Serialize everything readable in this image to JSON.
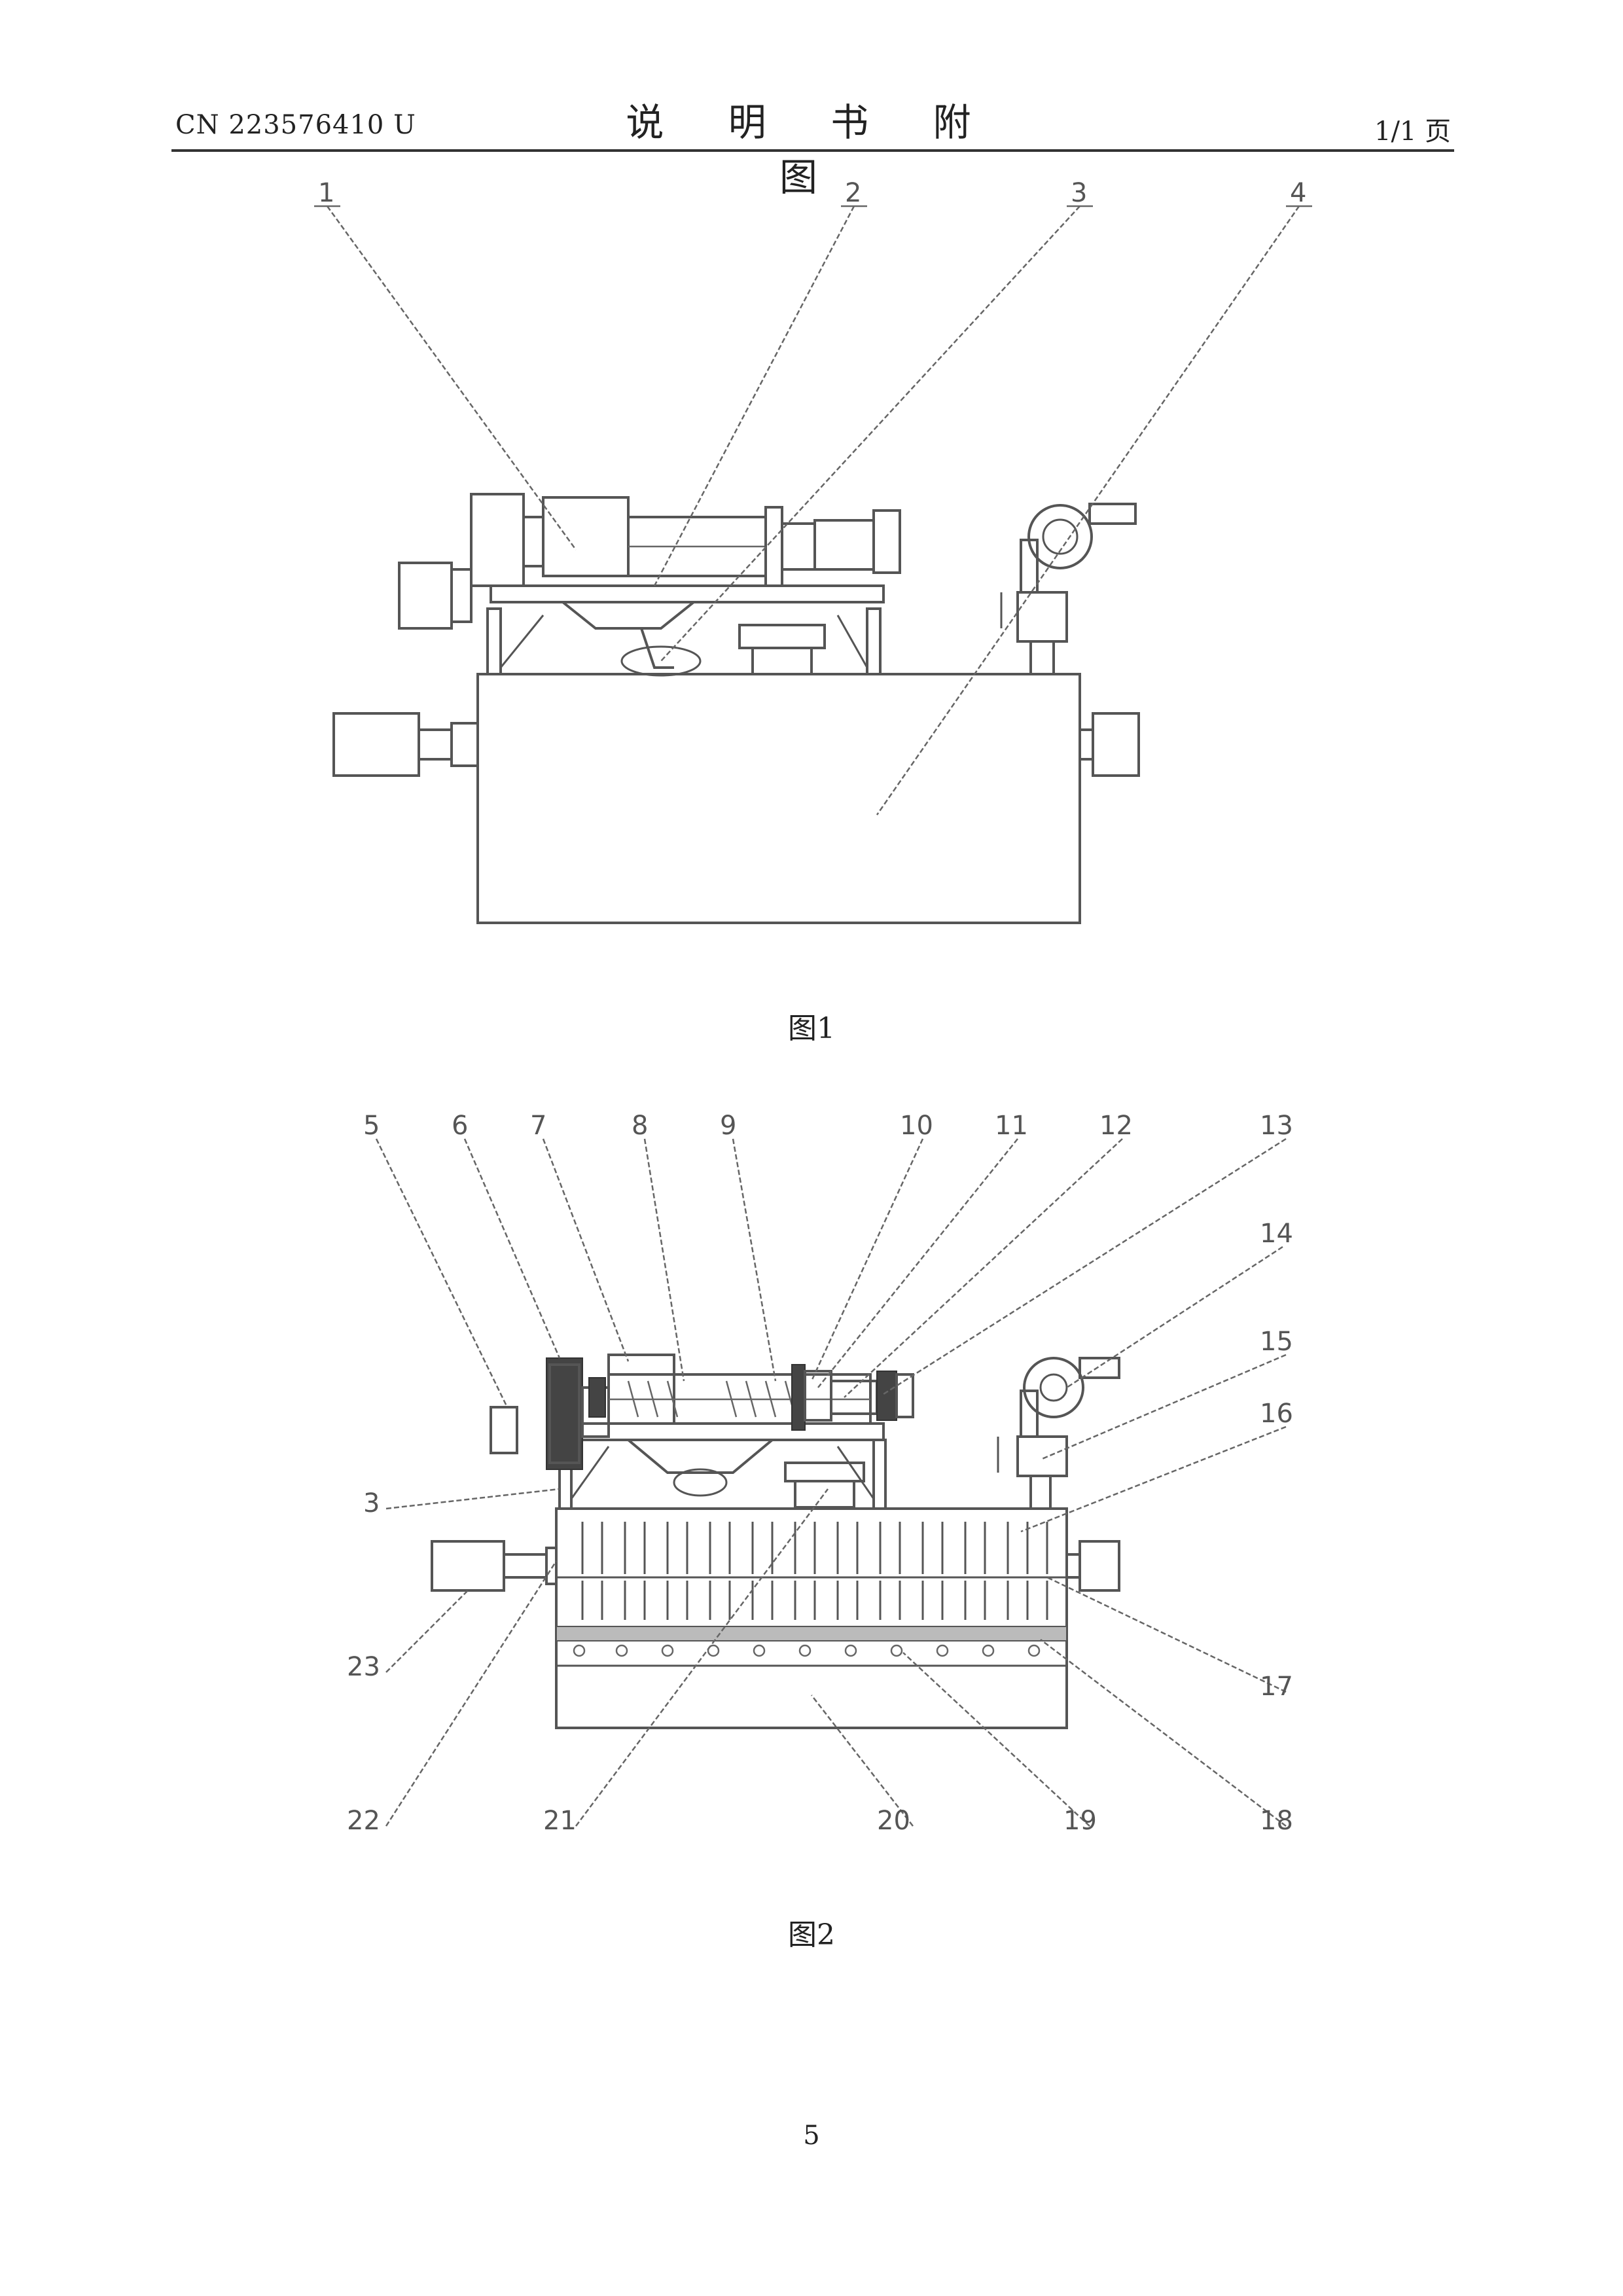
{
  "header": {
    "publication": "CN 223576410 U",
    "title": "说 明 书 附 图",
    "page_of": "1/1 页"
  },
  "figures": [
    {
      "caption": "图1",
      "callouts": [
        "1",
        "2",
        "3",
        "4"
      ]
    },
    {
      "caption": "图2",
      "callouts": [
        "5",
        "6",
        "7",
        "8",
        "9",
        "10",
        "11",
        "12",
        "13",
        "14",
        "15",
        "16",
        "17",
        "18",
        "19",
        "20",
        "21",
        "22",
        "23",
        "3"
      ]
    }
  ],
  "page_number": "5"
}
